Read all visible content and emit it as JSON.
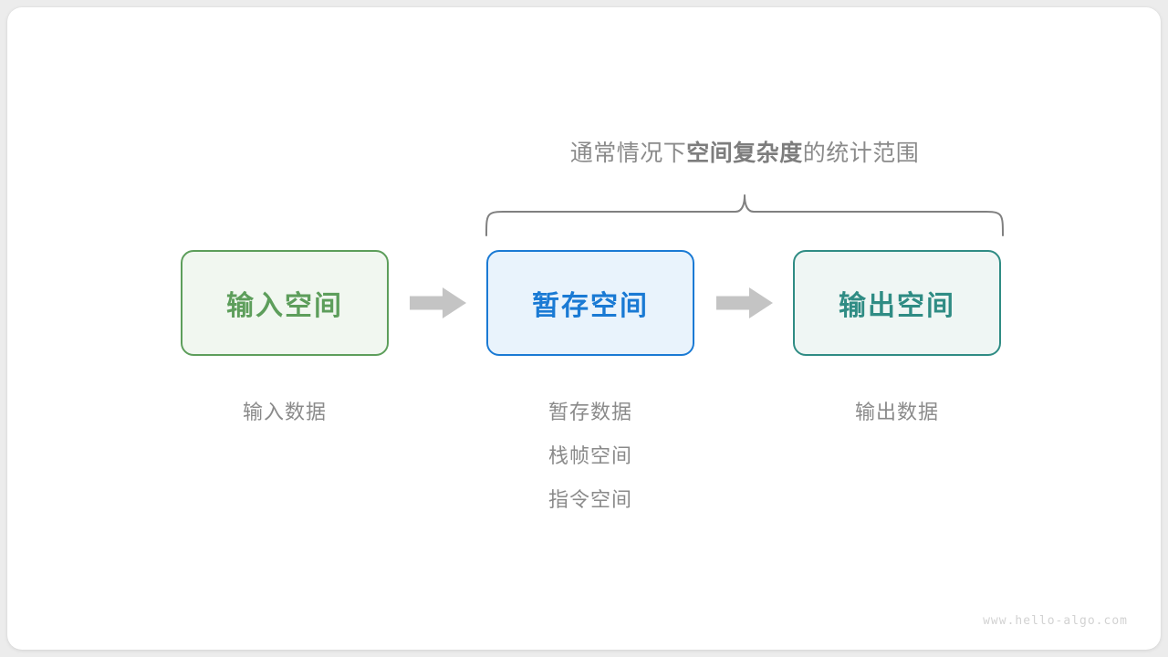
{
  "diagram": {
    "brace_caption": {
      "prefix": "通常情况下",
      "emphasis": "空间复杂度",
      "suffix": "的统计范围"
    },
    "boxes": [
      {
        "label": "输入空间",
        "color": "#5d9e5b",
        "fill": "#f1f7f0"
      },
      {
        "label": "暂存空间",
        "color": "#1a7ad4",
        "fill": "#e9f3fc"
      },
      {
        "label": "输出空间",
        "color": "#2f8c84",
        "fill": "#eff6f4"
      }
    ],
    "arrows": [
      {
        "name": "arrow-input-to-buffer",
        "color": "#c4c4c4"
      },
      {
        "name": "arrow-buffer-to-output",
        "color": "#c4c4c4"
      }
    ],
    "captions": {
      "input": [
        "输入数据"
      ],
      "buffer": [
        "暂存数据",
        "栈帧空间",
        "指令空间"
      ],
      "output": [
        "输出数据"
      ]
    },
    "brace_color": "#808080",
    "watermark": "www.hello-algo.com"
  }
}
